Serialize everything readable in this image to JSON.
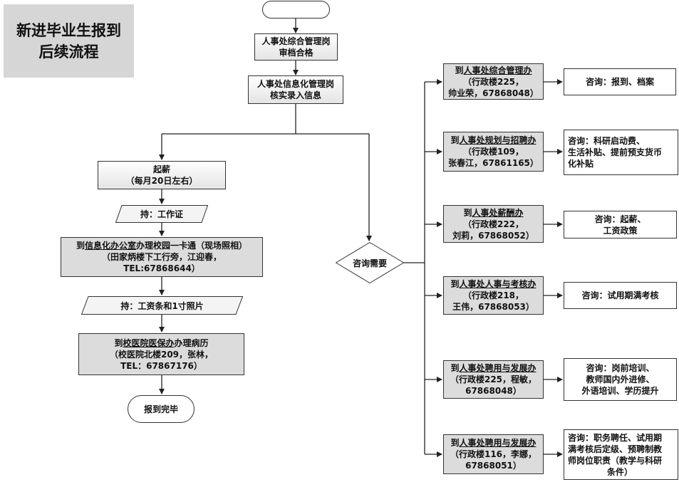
{
  "title": {
    "line1": "新进毕业生报到",
    "line2": "后续流程"
  },
  "main": {
    "step1": {
      "line1": "人事处综合管理岗",
      "line2": "审档合格"
    },
    "step2": {
      "line1": "人事处信息化管理岗",
      "line2": "核实录入信息"
    }
  },
  "left": {
    "salary": {
      "line1": "起薪",
      "line2": "（每月20日左右）"
    },
    "hold1": "持：工作证",
    "card": {
      "prefix": "到",
      "office": "信息化办公室",
      "suffix": "办理校园一卡通（现场照相）",
      "line2": "（田家炳楼下工行旁，江迎春，",
      "line3": "TEL:67868644）"
    },
    "hold2": "持：工资条和1寸照片",
    "hospital": {
      "prefix": "到",
      "office": "校医院医保办",
      "suffix": "办理病历",
      "line2": "（校医院北楼209，张林，",
      "line3": "TEL：67867176）"
    },
    "end": "报到完毕"
  },
  "decision": "咨询需要",
  "offices": [
    {
      "prefix": "到",
      "name": "人事处综合管理办",
      "line2": "（行政楼225，",
      "line3": "帅业荣，67868048）",
      "consult": [
        "咨询：报到、档案"
      ]
    },
    {
      "prefix": "到",
      "name": "人事处规划与招聘办",
      "line2": "（行政楼109，",
      "line3": "张春江，67861165）",
      "consult": [
        "咨询：科研启动费、",
        "生活补贴、提前预支货币",
        "化补贴"
      ]
    },
    {
      "prefix": "到",
      "name": "人事处薪酬办",
      "line2": "（行政楼222，",
      "line3": "刘莉，67868052）",
      "consult": [
        "咨询：起薪、",
        "工资政策"
      ]
    },
    {
      "prefix": "到",
      "name": "人事处人事与考核办",
      "line2": "（行政楼218，",
      "line3": "王伟，67868053）",
      "consult": [
        "咨询：试用期满考核"
      ]
    },
    {
      "prefix": "到",
      "name": "人事处聘用与发展办",
      "line2": "（行政楼225，程敏，",
      "line3": "67868048）",
      "consult": [
        "咨询：岗前培训、",
        "教师国内外进修、",
        "外语培训、学历提升"
      ]
    },
    {
      "prefix": "到",
      "name": "人事处聘用与发展办",
      "line2": "（行政楼116，李娜，",
      "line3": "67868051）",
      "consult": [
        "咨询：职务聘任、试用期",
        "满考核后定级、预聘制教",
        "师岗位职责（教学与科研",
        "条件）"
      ]
    }
  ]
}
